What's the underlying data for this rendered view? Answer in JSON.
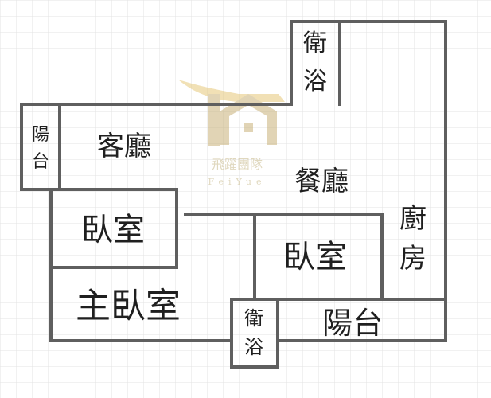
{
  "floorplan": {
    "rooms": [
      {
        "id": "bath-top",
        "label": "衛浴",
        "vertical": true
      },
      {
        "id": "balcony-left",
        "label": "陽台",
        "vertical": true
      },
      {
        "id": "living-room",
        "label": "客廳",
        "vertical": false
      },
      {
        "id": "dining-room",
        "label": "餐廳",
        "vertical": false
      },
      {
        "id": "bedroom-left",
        "label": "臥室",
        "vertical": false
      },
      {
        "id": "bedroom-right",
        "label": "臥室",
        "vertical": false
      },
      {
        "id": "kitchen",
        "label": "廚房",
        "vertical": true
      },
      {
        "id": "master-bedroom",
        "label": "主臥室",
        "vertical": false
      },
      {
        "id": "bath-bottom",
        "label": "衛浴",
        "vertical": true
      },
      {
        "id": "balcony-right",
        "label": "陽台",
        "vertical": false
      }
    ]
  },
  "watermark": {
    "name_zh": "飛躍團隊",
    "name_en": "FeiYue",
    "color": "#c8b98a"
  },
  "colors": {
    "wall": "#5f5f5f",
    "grid": "#e3e3e3",
    "label": "#1f1f1f"
  }
}
